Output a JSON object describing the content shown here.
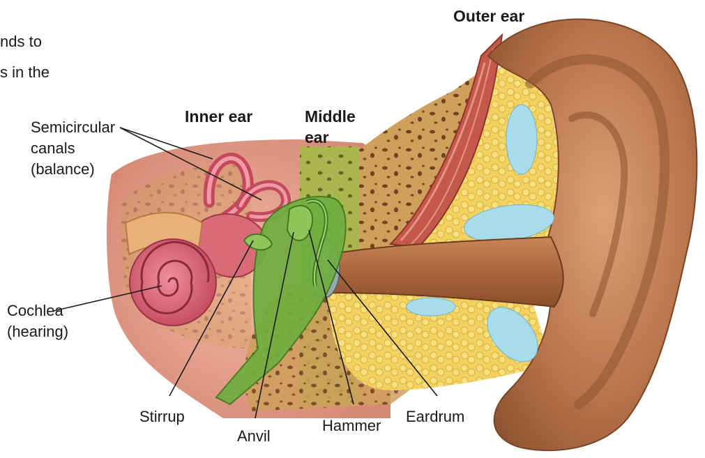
{
  "intro_fragment": {
    "line1": "nds to",
    "line2": "s in the"
  },
  "regions": {
    "outer_ear": "Outer ear",
    "inner_ear": "Inner ear",
    "middle_ear_line1": "Middle",
    "middle_ear_line2": "ear"
  },
  "labels": {
    "semicircular_line1": "Semicircular",
    "semicircular_line2": "canals",
    "semicircular_line3": "(balance)",
    "cochlea_line1": "Cochlea",
    "cochlea_line2": "(hearing)",
    "stirrup": "Stirrup",
    "anvil": "Anvil",
    "hammer": "Hammer",
    "eardrum": "Eardrum"
  },
  "colors": {
    "skin": "#b9744a",
    "skin_light": "#d99a6c",
    "skin_dark": "#8e5431",
    "bone": "#c9974e",
    "fat": "#f2d45a",
    "fluid": "#a8dcea",
    "inner_ear": "#d96a78",
    "middle_ear": "#9fb04a",
    "ossicles": "#6faa3f",
    "muscle": "#c4584b"
  }
}
